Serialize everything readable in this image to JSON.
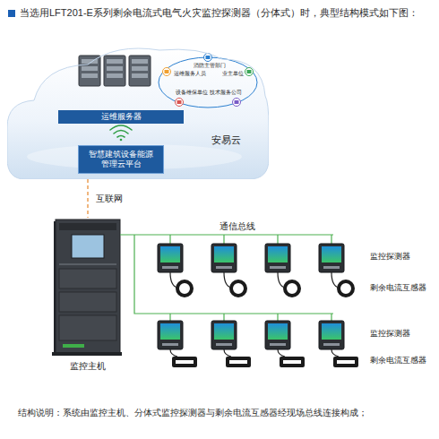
{
  "diagram": {
    "title": "当选用LFT201-E系列剩余电流式电气火灾监控探测器（分体式）时，典型结构模式如下图：",
    "caption": "结构说明：系统由监控主机、分体式监控探测器与剩余电流互感器经现场总线连接构成；",
    "nodes": [
      {
        "text": [
          "安易云"
        ]
      },
      {
        "text": [
          "运维服务器"
        ],
        "in": 0
      },
      {
        "text": [
          "智慧建筑设备能源管理云平台"
        ],
        "in": 0
      },
      {
        "text": [
          "监控主机"
        ]
      }
    ],
    "edges": [
      {
        "from": 0,
        "to": 3,
        "arrow": "none",
        "label": "互联网"
      }
    ],
    "labels": [
      "通信总线",
      "监控探测器",
      "剩余电流互感器",
      "监控探测器",
      "剩余电流互感器",
      "运维服务人员",
      "消防主管部门",
      "业主单位",
      "设备维保单位",
      "技术服务公司"
    ]
  }
}
